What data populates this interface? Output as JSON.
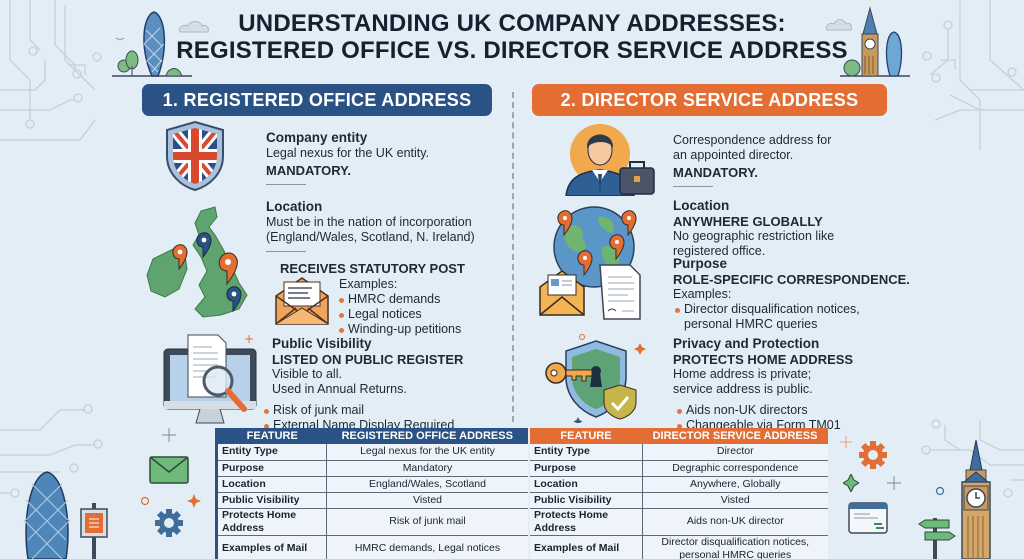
{
  "title": {
    "line1": "UNDERSTANDING UK COMPANY ADDRESSES:",
    "line2": "REGISTERED OFFICE VS. DIRECTOR SERVICE ADDRESS"
  },
  "colors": {
    "background": "#e3edf5",
    "registered_accent": "#2a5284",
    "director_accent": "#e36d33",
    "bullet": "#e0763f",
    "map_green": "#5fa36e"
  },
  "registered": {
    "header": "1. REGISTERED OFFICE ADDRESS",
    "entity": {
      "heading": "Company entity",
      "text": "Legal nexus for the UK entity.",
      "status": "MANDATORY."
    },
    "location": {
      "heading": "Location",
      "line1": "Must be in the nation of incorporation",
      "line2": "(England/Wales, Scotland, N. Ireland)"
    },
    "post": {
      "heading": "RECEIVES STATUTORY POST",
      "examples_label": "Examples:",
      "examples": [
        "HMRC demands",
        "Legal notices",
        "Winding-up petitions"
      ]
    },
    "visibility": {
      "heading": "Public Visibility",
      "caps": "LISTED ON PUBLIC REGISTER",
      "line1": "Visible to all.",
      "line2": "Used in Annual Returns.",
      "bullets": [
        "Risk of junk mail",
        "External Name Display Required"
      ]
    }
  },
  "director": {
    "header": "2. DIRECTOR SERVICE ADDRESS",
    "intro": {
      "line1": "Correspondence address for",
      "line2": "an appointed director.",
      "status": "MANDATORY."
    },
    "location": {
      "heading": "Location",
      "caps": "ANYWHERE GLOBALLY",
      "line1": "No geographic restriction like",
      "line2": "registered office."
    },
    "purpose": {
      "heading": "Purpose",
      "caps": "ROLE-SPECIFIC CORRESPONDENCE.",
      "examples_label": "Examples:",
      "example_line1": "Director disqualification notices,",
      "example_line2": "personal HMRC queries"
    },
    "privacy": {
      "heading": "Privacy and Protection",
      "caps": "PROTECTS HOME ADDRESS",
      "line1": "Home address is private;",
      "line2": "service address is public.",
      "bullets": [
        "Aids non-UK directors",
        "Changeable via Form TM01"
      ]
    }
  },
  "table_left": {
    "headers": [
      "FEATURE",
      "REGISTERED OFFICE ADDRESS"
    ],
    "rows": [
      [
        "Entity Type",
        "Legal nexus for the UK entity"
      ],
      [
        "Purpose",
        "Mandatory"
      ],
      [
        "Location",
        "England/Wales, Scotland"
      ],
      [
        "Public Visibility",
        "Visted"
      ],
      [
        "Protects Home Address",
        "Risk of junk mail"
      ],
      [
        "Examples of Mail",
        "HMRC demands, Legal notices"
      ]
    ]
  },
  "table_right": {
    "headers": [
      "FEATURE",
      "DIRECTOR SERVICE ADDRESS"
    ],
    "rows": [
      [
        "Entity Type",
        "Director"
      ],
      [
        "Purpose",
        "Degraphic correspondence"
      ],
      [
        "Location",
        "Anywhere, Globally"
      ],
      [
        "Public Visibility",
        "Visted"
      ],
      [
        "Protects Home Address",
        "Aids non-UK director"
      ],
      [
        "Examples of Mail",
        "Director disqualification notices,",
        "personal HMRC queries"
      ]
    ]
  }
}
